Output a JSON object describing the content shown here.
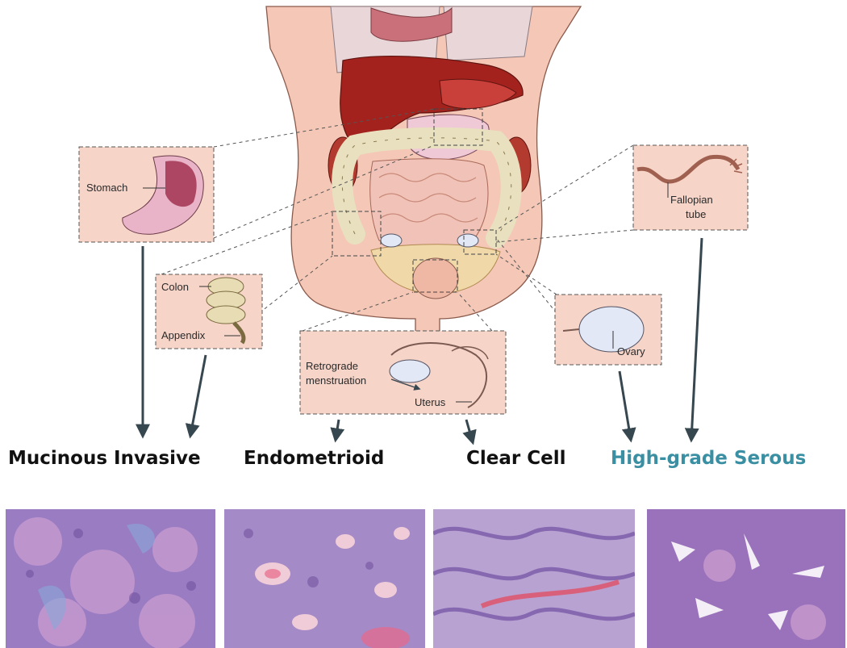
{
  "organs": {
    "stomach": "Stomach",
    "colon": "Colon",
    "appendix": "Appendix",
    "retrograde_line1": "Retrograde",
    "retrograde_line2": "menstruation",
    "uterus": "Uterus",
    "ovary": "Ovary",
    "fallopian_line1": "Fallopian",
    "fallopian_line2": "tube"
  },
  "subtypes": [
    {
      "label": "Mucinous Invasive",
      "color": "#111111"
    },
    {
      "label": "Endometrioid",
      "color": "#111111"
    },
    {
      "label": "Clear Cell",
      "color": "#111111"
    },
    {
      "label": "High-grade Serous",
      "color": "#3a8fa3"
    }
  ],
  "colors": {
    "skin": "#f4c7b6",
    "skin_dark": "#e8a892",
    "inset_fill": "#f7d4c8",
    "liver": "#a3221d",
    "arrow": "#37474f",
    "histology_base": "#a887c8",
    "histology_pink": "#d9a6cf"
  }
}
